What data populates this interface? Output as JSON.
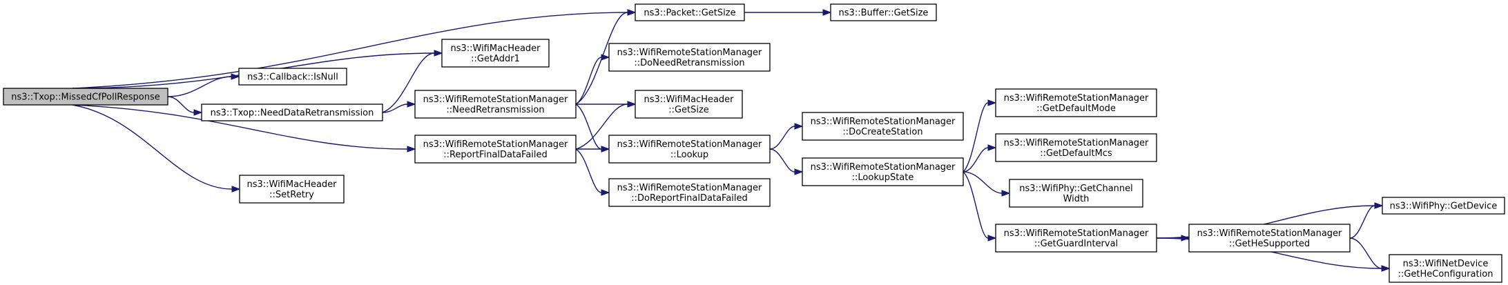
{
  "colors": {
    "edge": "#191970",
    "root_fill": "#bfbfbf",
    "node_fill": "#ffffff"
  },
  "nodes": [
    {
      "id": "root",
      "lines": [
        "ns3::Txop::MissedCfPollResponse"
      ],
      "root": true
    },
    {
      "id": "pkt_getsize",
      "lines": [
        "ns3::Packet::GetSize"
      ]
    },
    {
      "id": "buf_getsize",
      "lines": [
        "ns3::Buffer::GetSize"
      ]
    },
    {
      "id": "mac_getaddr1",
      "lines": [
        "ns3::WifiMacHeader",
        "::GetAddr1"
      ]
    },
    {
      "id": "cb_isnull",
      "lines": [
        "ns3::Callback::IsNull"
      ]
    },
    {
      "id": "txop_needdata",
      "lines": [
        "ns3::Txop::NeedDataRetransmission"
      ]
    },
    {
      "id": "rsm_need",
      "lines": [
        "ns3::WifiRemoteStationManager",
        "::NeedRetransmission"
      ]
    },
    {
      "id": "rsm_doneed",
      "lines": [
        "ns3::WifiRemoteStationManager",
        "::DoNeedRetransmission"
      ]
    },
    {
      "id": "mac_getsize",
      "lines": [
        "ns3::WifiMacHeader",
        "::GetSize"
      ]
    },
    {
      "id": "rsm_report",
      "lines": [
        "ns3::WifiRemoteStationManager",
        "::ReportFinalDataFailed"
      ]
    },
    {
      "id": "rsm_lookup",
      "lines": [
        "ns3::WifiRemoteStationManager",
        "::Lookup"
      ]
    },
    {
      "id": "rsm_doreport",
      "lines": [
        "ns3::WifiRemoteStationManager",
        "::DoReportFinalDataFailed"
      ]
    },
    {
      "id": "mac_setretry",
      "lines": [
        "ns3::WifiMacHeader",
        "::SetRetry"
      ]
    },
    {
      "id": "rsm_docreate",
      "lines": [
        "ns3::WifiRemoteStationManager",
        "::DoCreateStation"
      ]
    },
    {
      "id": "rsm_lookupstate",
      "lines": [
        "ns3::WifiRemoteStationManager",
        "::LookupState"
      ]
    },
    {
      "id": "rsm_getdefmode",
      "lines": [
        "ns3::WifiRemoteStationManager",
        "::GetDefaultMode"
      ]
    },
    {
      "id": "rsm_getdefmcs",
      "lines": [
        "ns3::WifiRemoteStationManager",
        "::GetDefaultMcs"
      ]
    },
    {
      "id": "phy_getchanwidth",
      "lines": [
        "ns3::WifiPhy::GetChannel",
        "Width"
      ]
    },
    {
      "id": "rsm_getgi",
      "lines": [
        "ns3::WifiRemoteStationManager",
        "::GetGuardInterval"
      ]
    },
    {
      "id": "phy_getdevice",
      "lines": [
        "ns3::WifiPhy::GetDevice"
      ]
    },
    {
      "id": "rsm_gethesupp",
      "lines": [
        "ns3::WifiRemoteStationManager",
        "::GetHeSupported"
      ]
    },
    {
      "id": "nd_gethecfg",
      "lines": [
        "ns3::WifiNetDevice",
        "::GetHeConfiguration"
      ]
    }
  ],
  "edges": [
    [
      "root",
      "pkt_getsize"
    ],
    [
      "root",
      "mac_getaddr1"
    ],
    [
      "root",
      "cb_isnull"
    ],
    [
      "root",
      "txop_needdata"
    ],
    [
      "root",
      "rsm_report"
    ],
    [
      "root",
      "mac_setretry"
    ],
    [
      "pkt_getsize",
      "buf_getsize"
    ],
    [
      "txop_needdata",
      "mac_getaddr1"
    ],
    [
      "txop_needdata",
      "rsm_need"
    ],
    [
      "rsm_need",
      "pkt_getsize"
    ],
    [
      "rsm_need",
      "rsm_doneed"
    ],
    [
      "rsm_need",
      "mac_getsize"
    ],
    [
      "rsm_need",
      "rsm_lookup"
    ],
    [
      "rsm_report",
      "mac_getsize"
    ],
    [
      "rsm_report",
      "rsm_lookup"
    ],
    [
      "rsm_report",
      "rsm_doreport"
    ],
    [
      "rsm_lookup",
      "rsm_docreate"
    ],
    [
      "rsm_lookup",
      "rsm_lookupstate"
    ],
    [
      "rsm_lookupstate",
      "rsm_getdefmode"
    ],
    [
      "rsm_lookupstate",
      "rsm_getdefmcs"
    ],
    [
      "rsm_lookupstate",
      "phy_getchanwidth"
    ],
    [
      "rsm_lookupstate",
      "rsm_getgi"
    ],
    [
      "rsm_getgi",
      "phy_getdevice"
    ],
    [
      "rsm_getgi",
      "rsm_gethesupp"
    ],
    [
      "rsm_getgi",
      "nd_gethecfg"
    ],
    [
      "rsm_gethesupp",
      "phy_getdevice"
    ],
    [
      "rsm_gethesupp",
      "nd_gethecfg"
    ]
  ]
}
